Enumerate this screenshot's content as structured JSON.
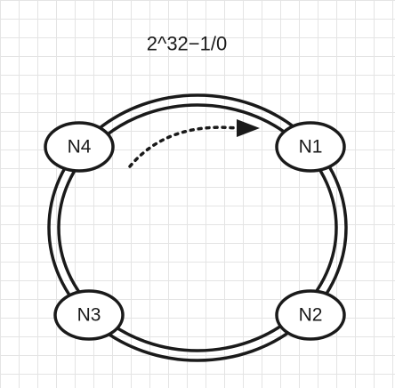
{
  "diagram": {
    "top_label": "2^32−1/0",
    "nodes": {
      "n1": "N1",
      "n2": "N2",
      "n3": "N3",
      "n4": "N4"
    }
  }
}
